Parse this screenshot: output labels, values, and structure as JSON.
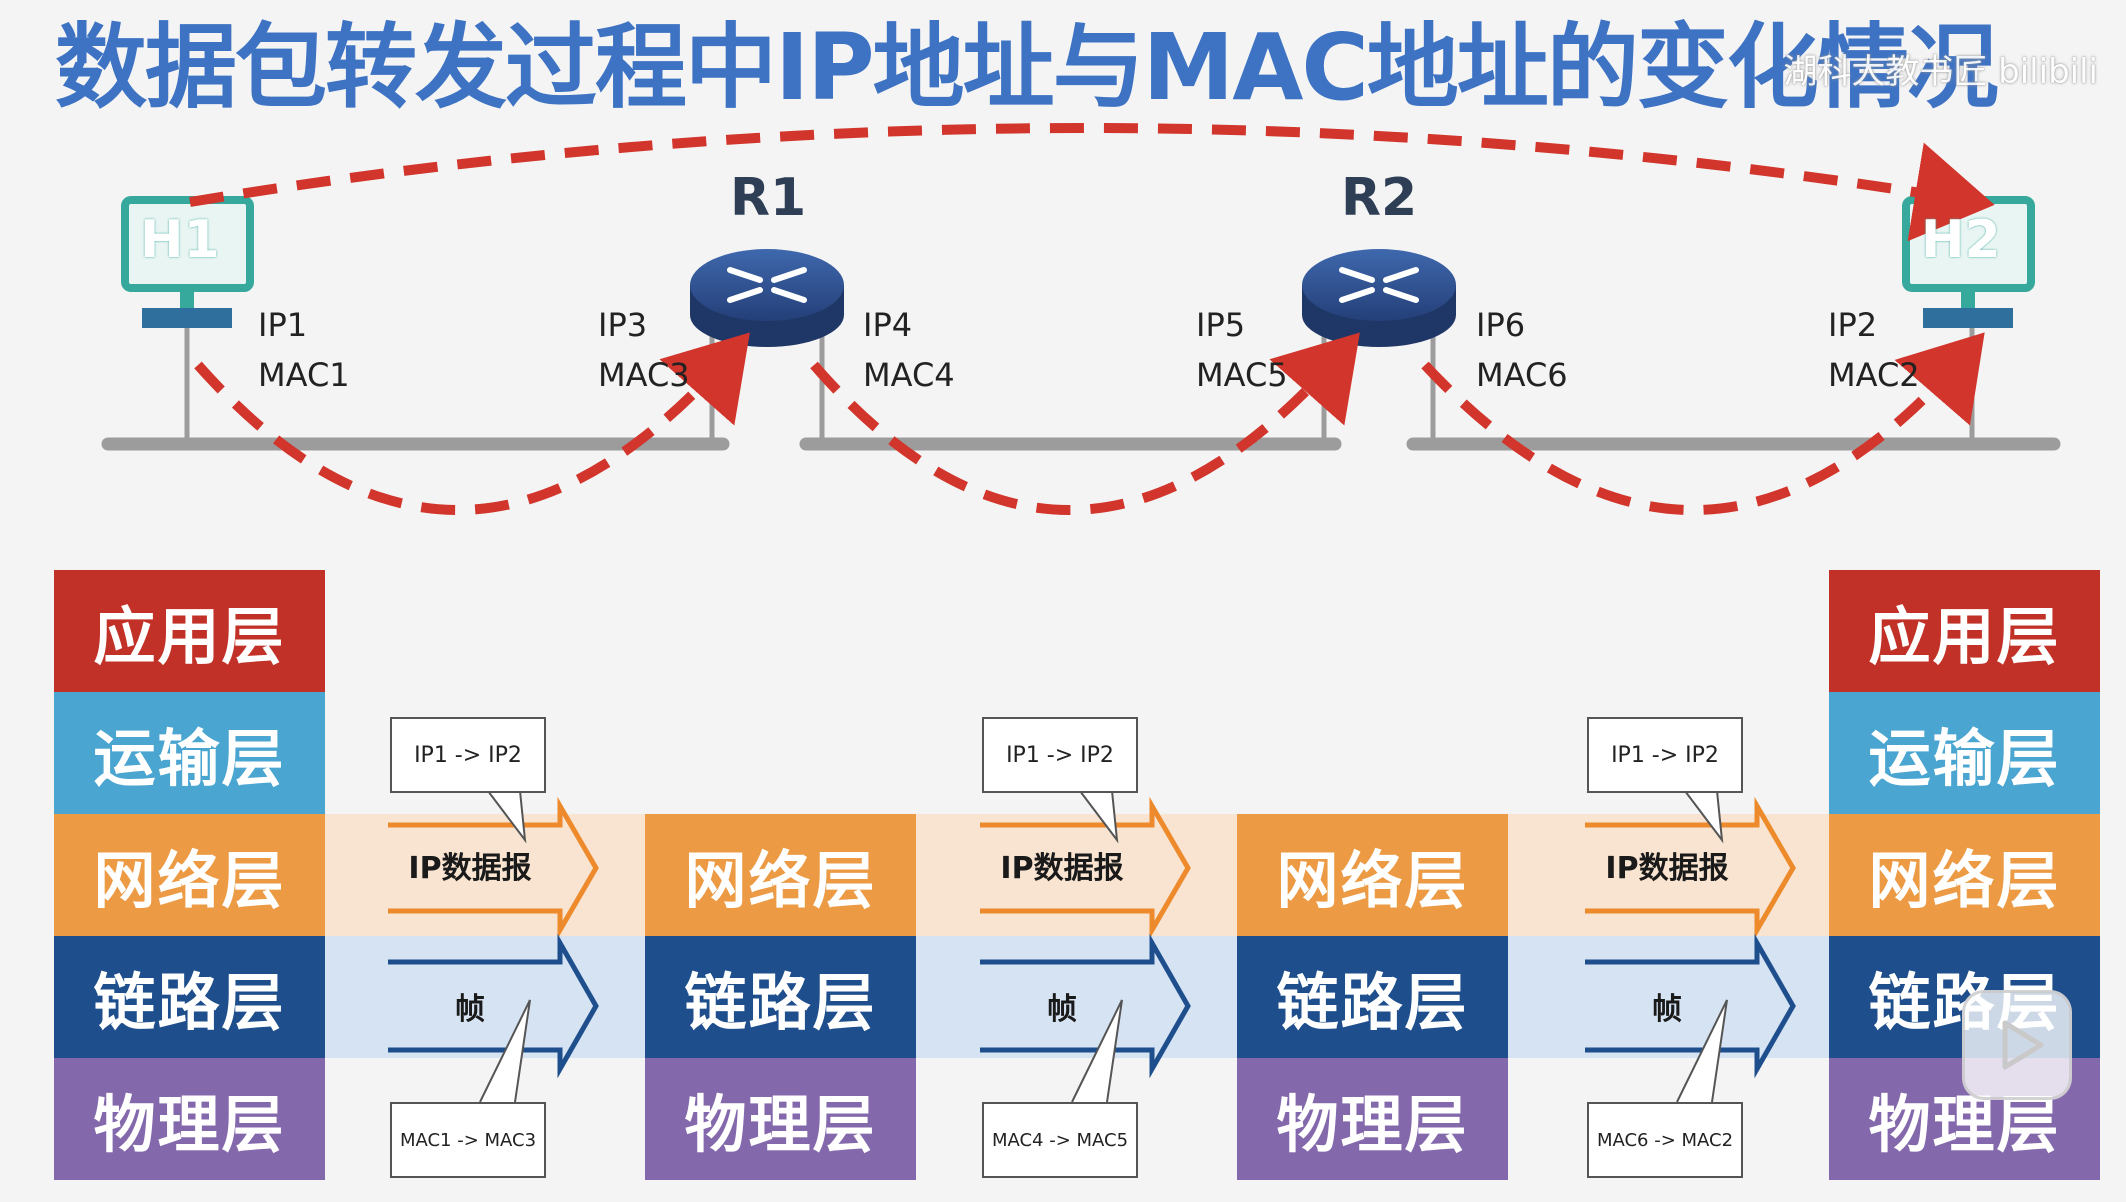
{
  "title": "数据包转发过程中IP地址与MAC地址的变化情况",
  "watermark": "湖科大教书匠 bilibili",
  "nodes": {
    "h1": "H1",
    "h2": "H2",
    "r1": "R1",
    "r2": "R2"
  },
  "addresses": [
    {
      "ip": "IP1",
      "mac": "MAC1"
    },
    {
      "ip": "IP3",
      "mac": "MAC3"
    },
    {
      "ip": "IP4",
      "mac": "MAC4"
    },
    {
      "ip": "IP5",
      "mac": "MAC5"
    },
    {
      "ip": "IP6",
      "mac": "MAC6"
    },
    {
      "ip": "IP2",
      "mac": "MAC2"
    }
  ],
  "layers": {
    "app": "应用层",
    "tra": "运输层",
    "net": "网络层",
    "lnk": "链路层",
    "phy": "物理层"
  },
  "hops": [
    {
      "ip_header": "IP1 -> IP2",
      "datagram": "IP数据报",
      "frame": "帧",
      "mac_header": "MAC1 -> MAC3"
    },
    {
      "ip_header": "IP1 -> IP2",
      "datagram": "IP数据报",
      "frame": "帧",
      "mac_header": "MAC4 -> MAC5"
    },
    {
      "ip_header": "IP1 -> IP2",
      "datagram": "IP数据报",
      "frame": "帧",
      "mac_header": "MAC6 -> MAC2"
    }
  ],
  "colors": {
    "title": "#3e73c4",
    "dashed_path": "#d2352b",
    "application": "#c23127",
    "transport": "#4aa5d1",
    "network": "#ec9a44",
    "link": "#1e4f8c",
    "physical": "#8468ac",
    "host_screen": "#37a89c",
    "router": "#2c4f8e"
  }
}
